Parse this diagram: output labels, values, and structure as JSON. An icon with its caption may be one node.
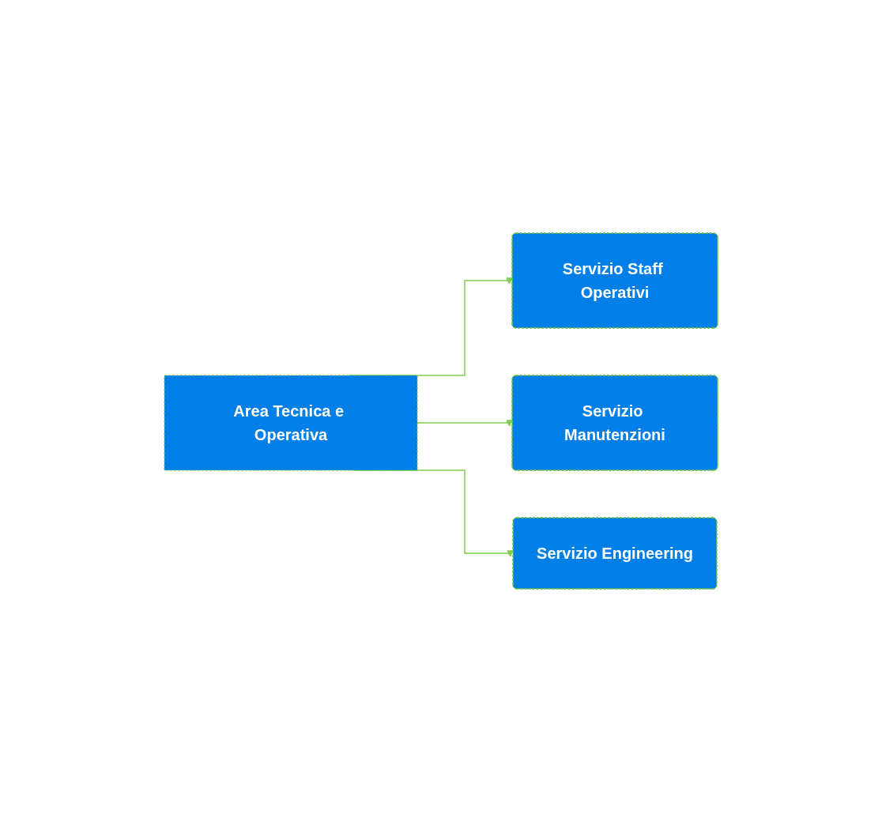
{
  "diagram": {
    "nodes": [
      {
        "text": [
          "Area Tecnica e Operativa"
        ]
      },
      {
        "text": [
          "Servizio Staff Operativi"
        ]
      },
      {
        "text": [
          "Servizio Manutenzioni"
        ]
      },
      {
        "text": [
          "Servizio Engineering"
        ]
      }
    ],
    "edges": [
      {
        "from": 0,
        "to": 1,
        "arrow": "to"
      },
      {
        "from": 0,
        "to": 2,
        "arrow": "to"
      },
      {
        "from": 0,
        "to": 3,
        "arrow": "to"
      }
    ]
  }
}
